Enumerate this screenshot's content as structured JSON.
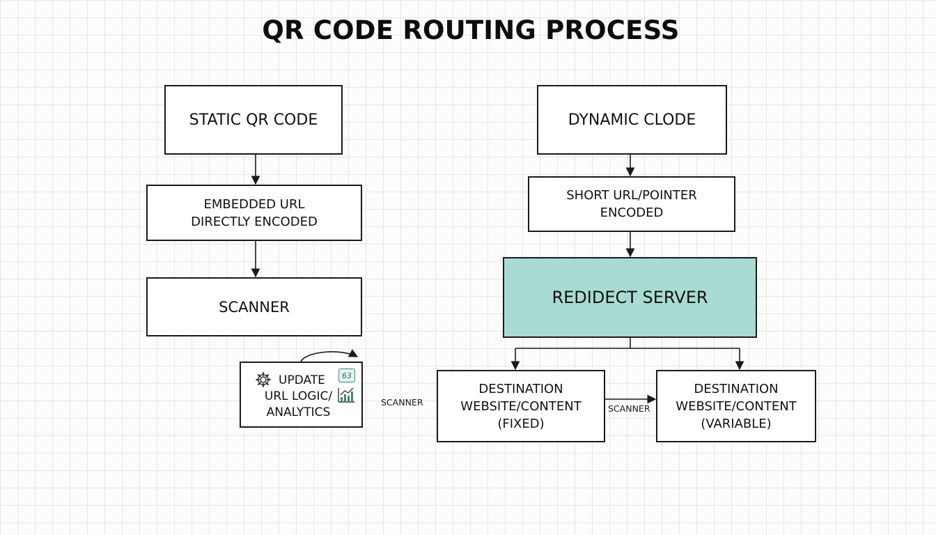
{
  "title": "QR CODE ROUTING PROCESS",
  "static": {
    "header": "STATIC QR CODE",
    "embedded": [
      "EMBEDDED URL",
      "DIRECTLY ENCODED"
    ],
    "scanner": "SCANNER"
  },
  "dynamic": {
    "header": "DYNAMIC CLODE",
    "short": [
      "SHORT URL/POINTER",
      "ENCODED"
    ],
    "redirect": "REDIDECT SERVER",
    "dest_fixed": [
      "DESTINATION",
      "WEBSITE/CONTENT",
      "(FIXED)"
    ],
    "dest_variable": [
      "DESTINATION",
      "WEBSITE/CONTENT",
      "(VARIABLE)"
    ]
  },
  "update": {
    "lines": [
      "UPDATE",
      "URL LOGIC/",
      "ANALYTICS"
    ],
    "calendar_badge": "63",
    "icons": [
      "gear-icon",
      "calendar-icon",
      "analytics-chart-icon"
    ]
  },
  "edge_labels": {
    "left": "SCANNER",
    "middle": "SCANNER"
  },
  "colors": {
    "redirect_fill": "#a8dcd2",
    "stroke": "#1a1a1a",
    "icon_accent": "#3a8a7a"
  }
}
